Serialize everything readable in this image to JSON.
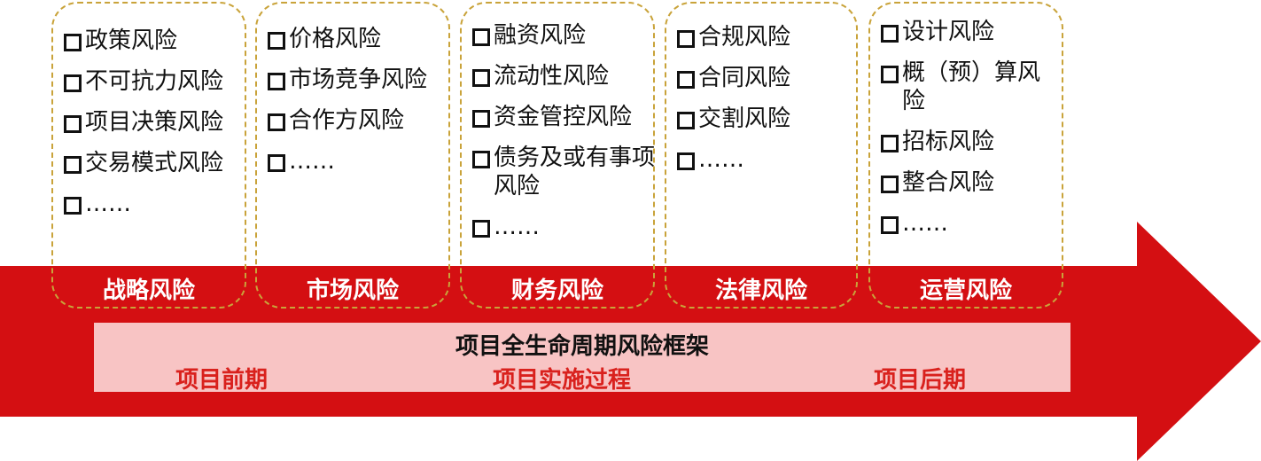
{
  "colors": {
    "arrow": "#d40f12",
    "framework_bg": "#f8c4c4",
    "phase_text": "#d9211d",
    "dashed_border": "#c9a33a"
  },
  "columns": [
    {
      "label": "战略风险",
      "items": [
        "政策风险",
        "不可抗力风险",
        "项目决策风险",
        "交易模式风险",
        "……"
      ]
    },
    {
      "label": "市场风险",
      "items": [
        "价格风险",
        "市场竞争风险",
        "合作方风险",
        "……"
      ]
    },
    {
      "label": "财务风险",
      "items": [
        "融资风险",
        "流动性风险",
        "资金管控风险",
        "债务及或有事项风险",
        "……"
      ]
    },
    {
      "label": "法律风险",
      "items": [
        "合规风险",
        "合同风险",
        "交割风险",
        "……"
      ]
    },
    {
      "label": "运营风险",
      "items": [
        "设计风险",
        "概（预）算风险",
        "招标风险",
        "整合风险",
        "……"
      ]
    }
  ],
  "framework": {
    "title": "项目全生命周期风险框架",
    "phases": [
      "项目前期",
      "项目实施过程",
      "项目后期"
    ]
  }
}
